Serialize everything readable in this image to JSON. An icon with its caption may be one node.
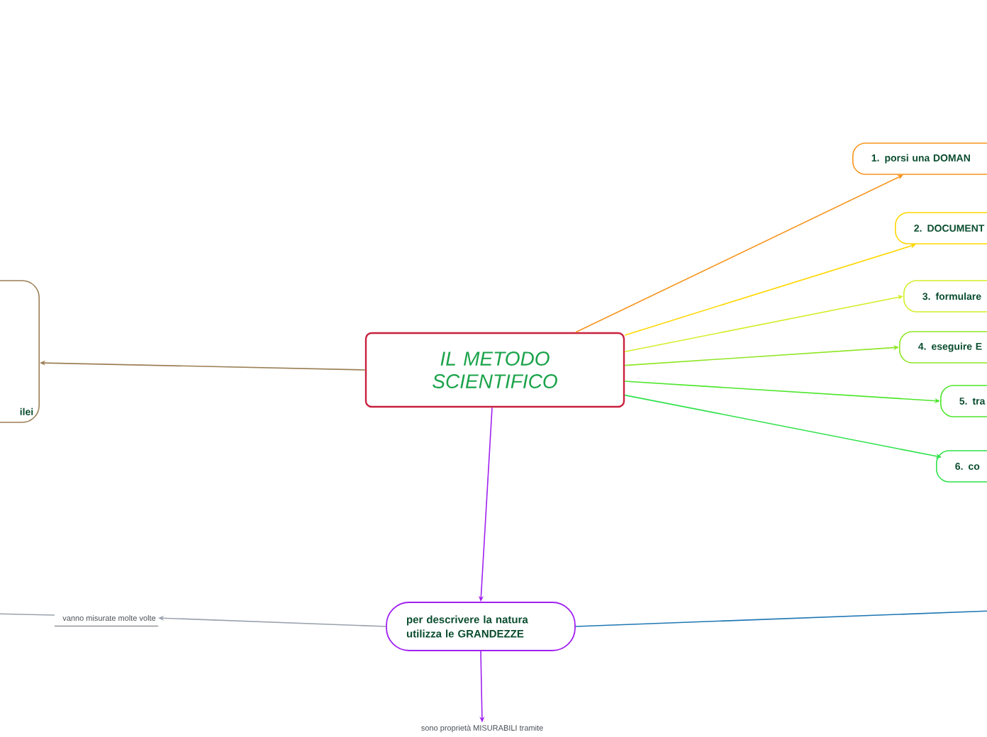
{
  "diagram": {
    "nodes": [
      {
        "text": [
          "IL METODO SCIENTIFICO"
        ]
      },
      {
        "text": [
          "1. porsi una DOMAN"
        ]
      },
      {
        "text": [
          "2. DOCUMENT"
        ]
      },
      {
        "text": [
          "3. formulare"
        ]
      },
      {
        "text": [
          "4. eseguire E"
        ]
      },
      {
        "text": [
          "5. tra"
        ]
      },
      {
        "text": [
          "6. co"
        ]
      },
      {
        "text": [
          "ilei"
        ]
      },
      {
        "text": [
          "per descrivere la natura utilizza le GRANDEZZE"
        ]
      },
      {
        "text": [
          "vanno misurate molte volte"
        ]
      },
      {
        "text": [
          "sono proprietà MISURABILI tramite"
        ]
      }
    ],
    "edges": [
      {
        "from": 0,
        "to": 1,
        "arrow": "to",
        "color": "#f7941d"
      },
      {
        "from": 0,
        "to": 2,
        "arrow": "to",
        "color": "#ffd700"
      },
      {
        "from": 0,
        "to": 3,
        "arrow": "to",
        "color": "#d4ee2a"
      },
      {
        "from": 0,
        "to": 4,
        "arrow": "to",
        "color": "#8fe626"
      },
      {
        "from": 0,
        "to": 5,
        "arrow": "to",
        "color": "#4ce62a"
      },
      {
        "from": 0,
        "to": 6,
        "arrow": "to",
        "color": "#2ee24a"
      },
      {
        "from": 0,
        "to": 7,
        "arrow": "to",
        "color": "#9b7f55"
      },
      {
        "from": 0,
        "to": 8,
        "arrow": "to",
        "color": "#a020f0"
      },
      {
        "from": 8,
        "to": 9,
        "arrow": "to",
        "color": "#9aa3ad"
      },
      {
        "from": 8,
        "to": 10,
        "arrow": "to",
        "color": "#a020f0"
      },
      {
        "from": 8,
        "to": null,
        "arrow": "none",
        "color": "#1f77b4"
      },
      {
        "from": 9,
        "to": null,
        "arrow": "none",
        "color": "#9aa3ad"
      }
    ]
  }
}
